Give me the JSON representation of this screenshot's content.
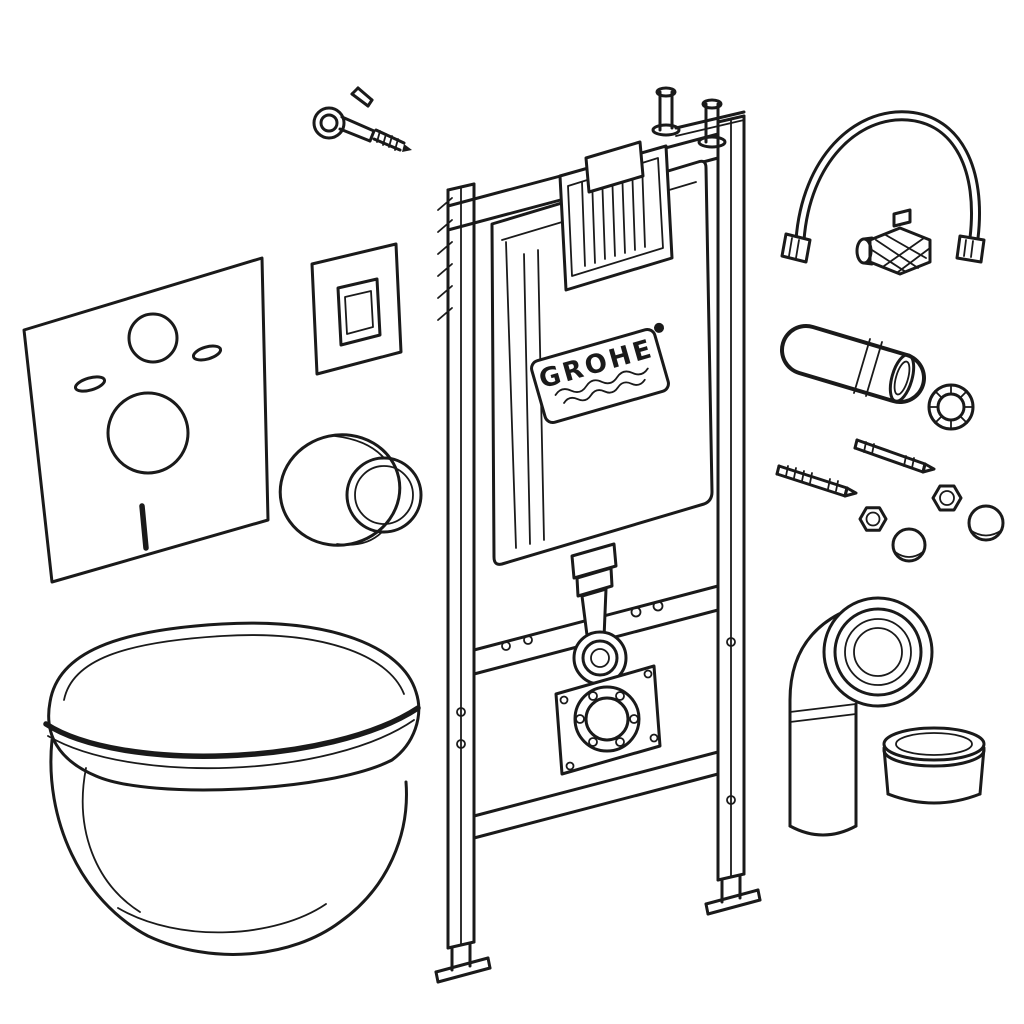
{
  "diagram": {
    "brand_label": "GROHE",
    "background_color": "#ffffff",
    "line_color": "#1a1a1a",
    "parts": [
      "wall-anchor-hook",
      "frame-anchor-bolts",
      "sound-insulation-mat",
      "flush-actuator-plate",
      "spacer-sleeve",
      "installation-frame",
      "concealed-cistern",
      "grohe-logo-plate",
      "flush-bend-pipe",
      "outlet-flange",
      "water-supply-hose",
      "angle-valve",
      "extension-pipe",
      "sealing-ring",
      "threaded-rod",
      "hex-nut",
      "dome-cap",
      "drain-elbow",
      "protection-cap",
      "wall-hung-toilet"
    ]
  }
}
